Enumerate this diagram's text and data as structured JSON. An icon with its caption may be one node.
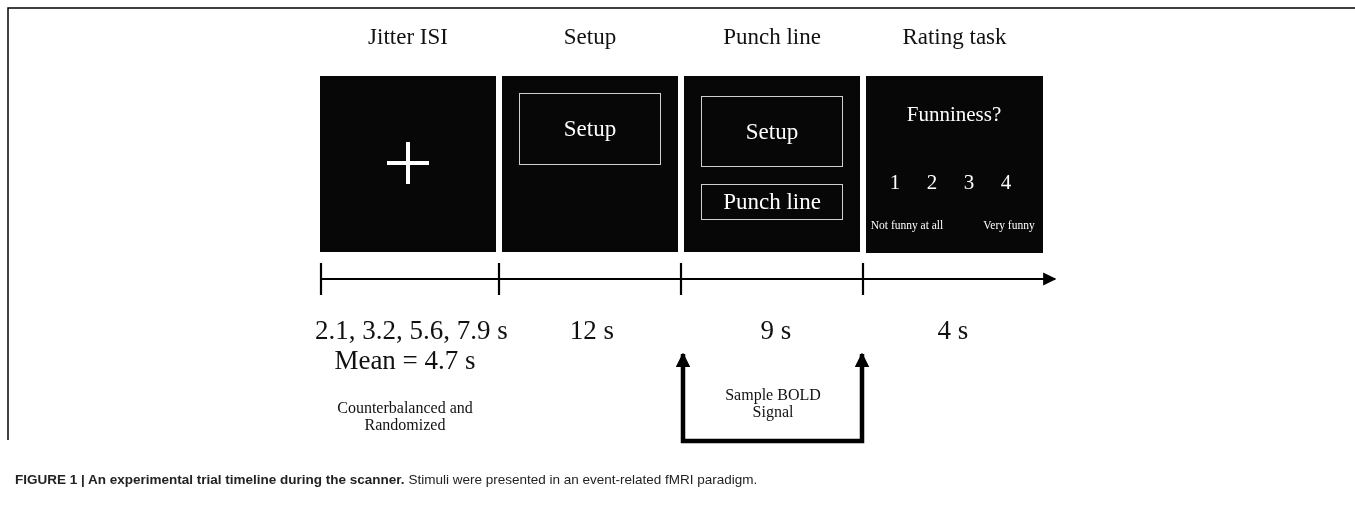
{
  "diagram": {
    "caption": "**FIGURE 1 | An experimental trial timeline during the scanner.** Stimuli were presented in an event-related fMRI paradigm.",
    "nodes": [
      {
        "text": [
          "Jitter ISI"
        ]
      },
      {
        "text": [
          "Setup"
        ]
      },
      {
        "text": [
          "Setup"
        ],
        "in": 1
      },
      {
        "text": [
          "Punch line"
        ]
      },
      {
        "text": [
          "Setup"
        ],
        "in": 3
      },
      {
        "text": [
          "Punch line"
        ],
        "in": 3
      },
      {
        "text": [
          "Rating task",
          "Funniness?",
          "1",
          "2",
          "3",
          "4",
          "Not funny at all",
          "Very funny"
        ]
      }
    ],
    "labels": [
      "2.1, 3.2, 5.6, 7.9 s",
      "Mean = 4.7 s",
      "Counterbalanced and Randomized",
      "12 s",
      "9 s",
      "4 s",
      "Sample BOLD Signal"
    ]
  }
}
